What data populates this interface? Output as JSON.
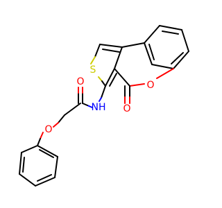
{
  "molecule": {
    "atoms": {
      "S": {
        "label": "S",
        "color": "#cccc00"
      },
      "O_ring": {
        "label": "O",
        "color": "#ff0000"
      },
      "O_carbonyl_lactone": {
        "label": "O",
        "color": "#ff0000"
      },
      "NH": {
        "label": "NH",
        "color": "#0000ff"
      },
      "O_carbonyl_amide": {
        "label": "O",
        "color": "#ff0000"
      },
      "O_ether": {
        "label": "O",
        "color": "#ff0000"
      }
    },
    "colors": {
      "bond": "#000000",
      "oxygen": "#ff0000",
      "sulfur": "#cccc00",
      "nitrogen": "#0000ff",
      "background": "#ffffff"
    }
  }
}
